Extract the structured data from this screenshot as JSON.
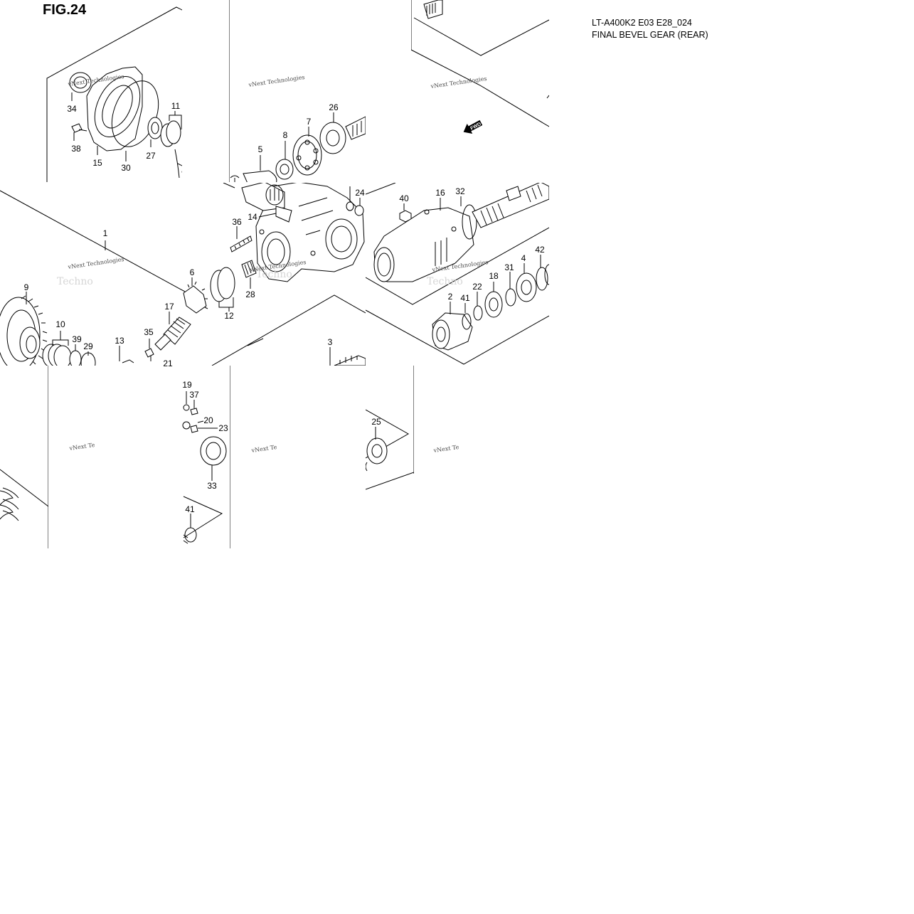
{
  "figure": {
    "title": "FIG.24",
    "model_code": "LT-A400K2 E03 E28_024",
    "name": "FINAL BEVEL GEAR (REAR)"
  },
  "fwd_marker": "FWD",
  "watermark": {
    "text": "vNext Technologies",
    "partial_text": "vNext Te",
    "ghost_text": "Techno"
  },
  "part_labels": [
    "34",
    "38",
    "15",
    "30",
    "27",
    "11",
    "5",
    "8",
    "7",
    "26",
    "14",
    "24",
    "40",
    "16",
    "32",
    "36",
    "1",
    "9",
    "6",
    "28",
    "12",
    "17",
    "10",
    "39",
    "29",
    "13",
    "35",
    "21",
    "3",
    "2",
    "41",
    "22",
    "18",
    "31",
    "4",
    "42",
    "19",
    "37",
    "20",
    "23",
    "33",
    "25",
    "41"
  ]
}
